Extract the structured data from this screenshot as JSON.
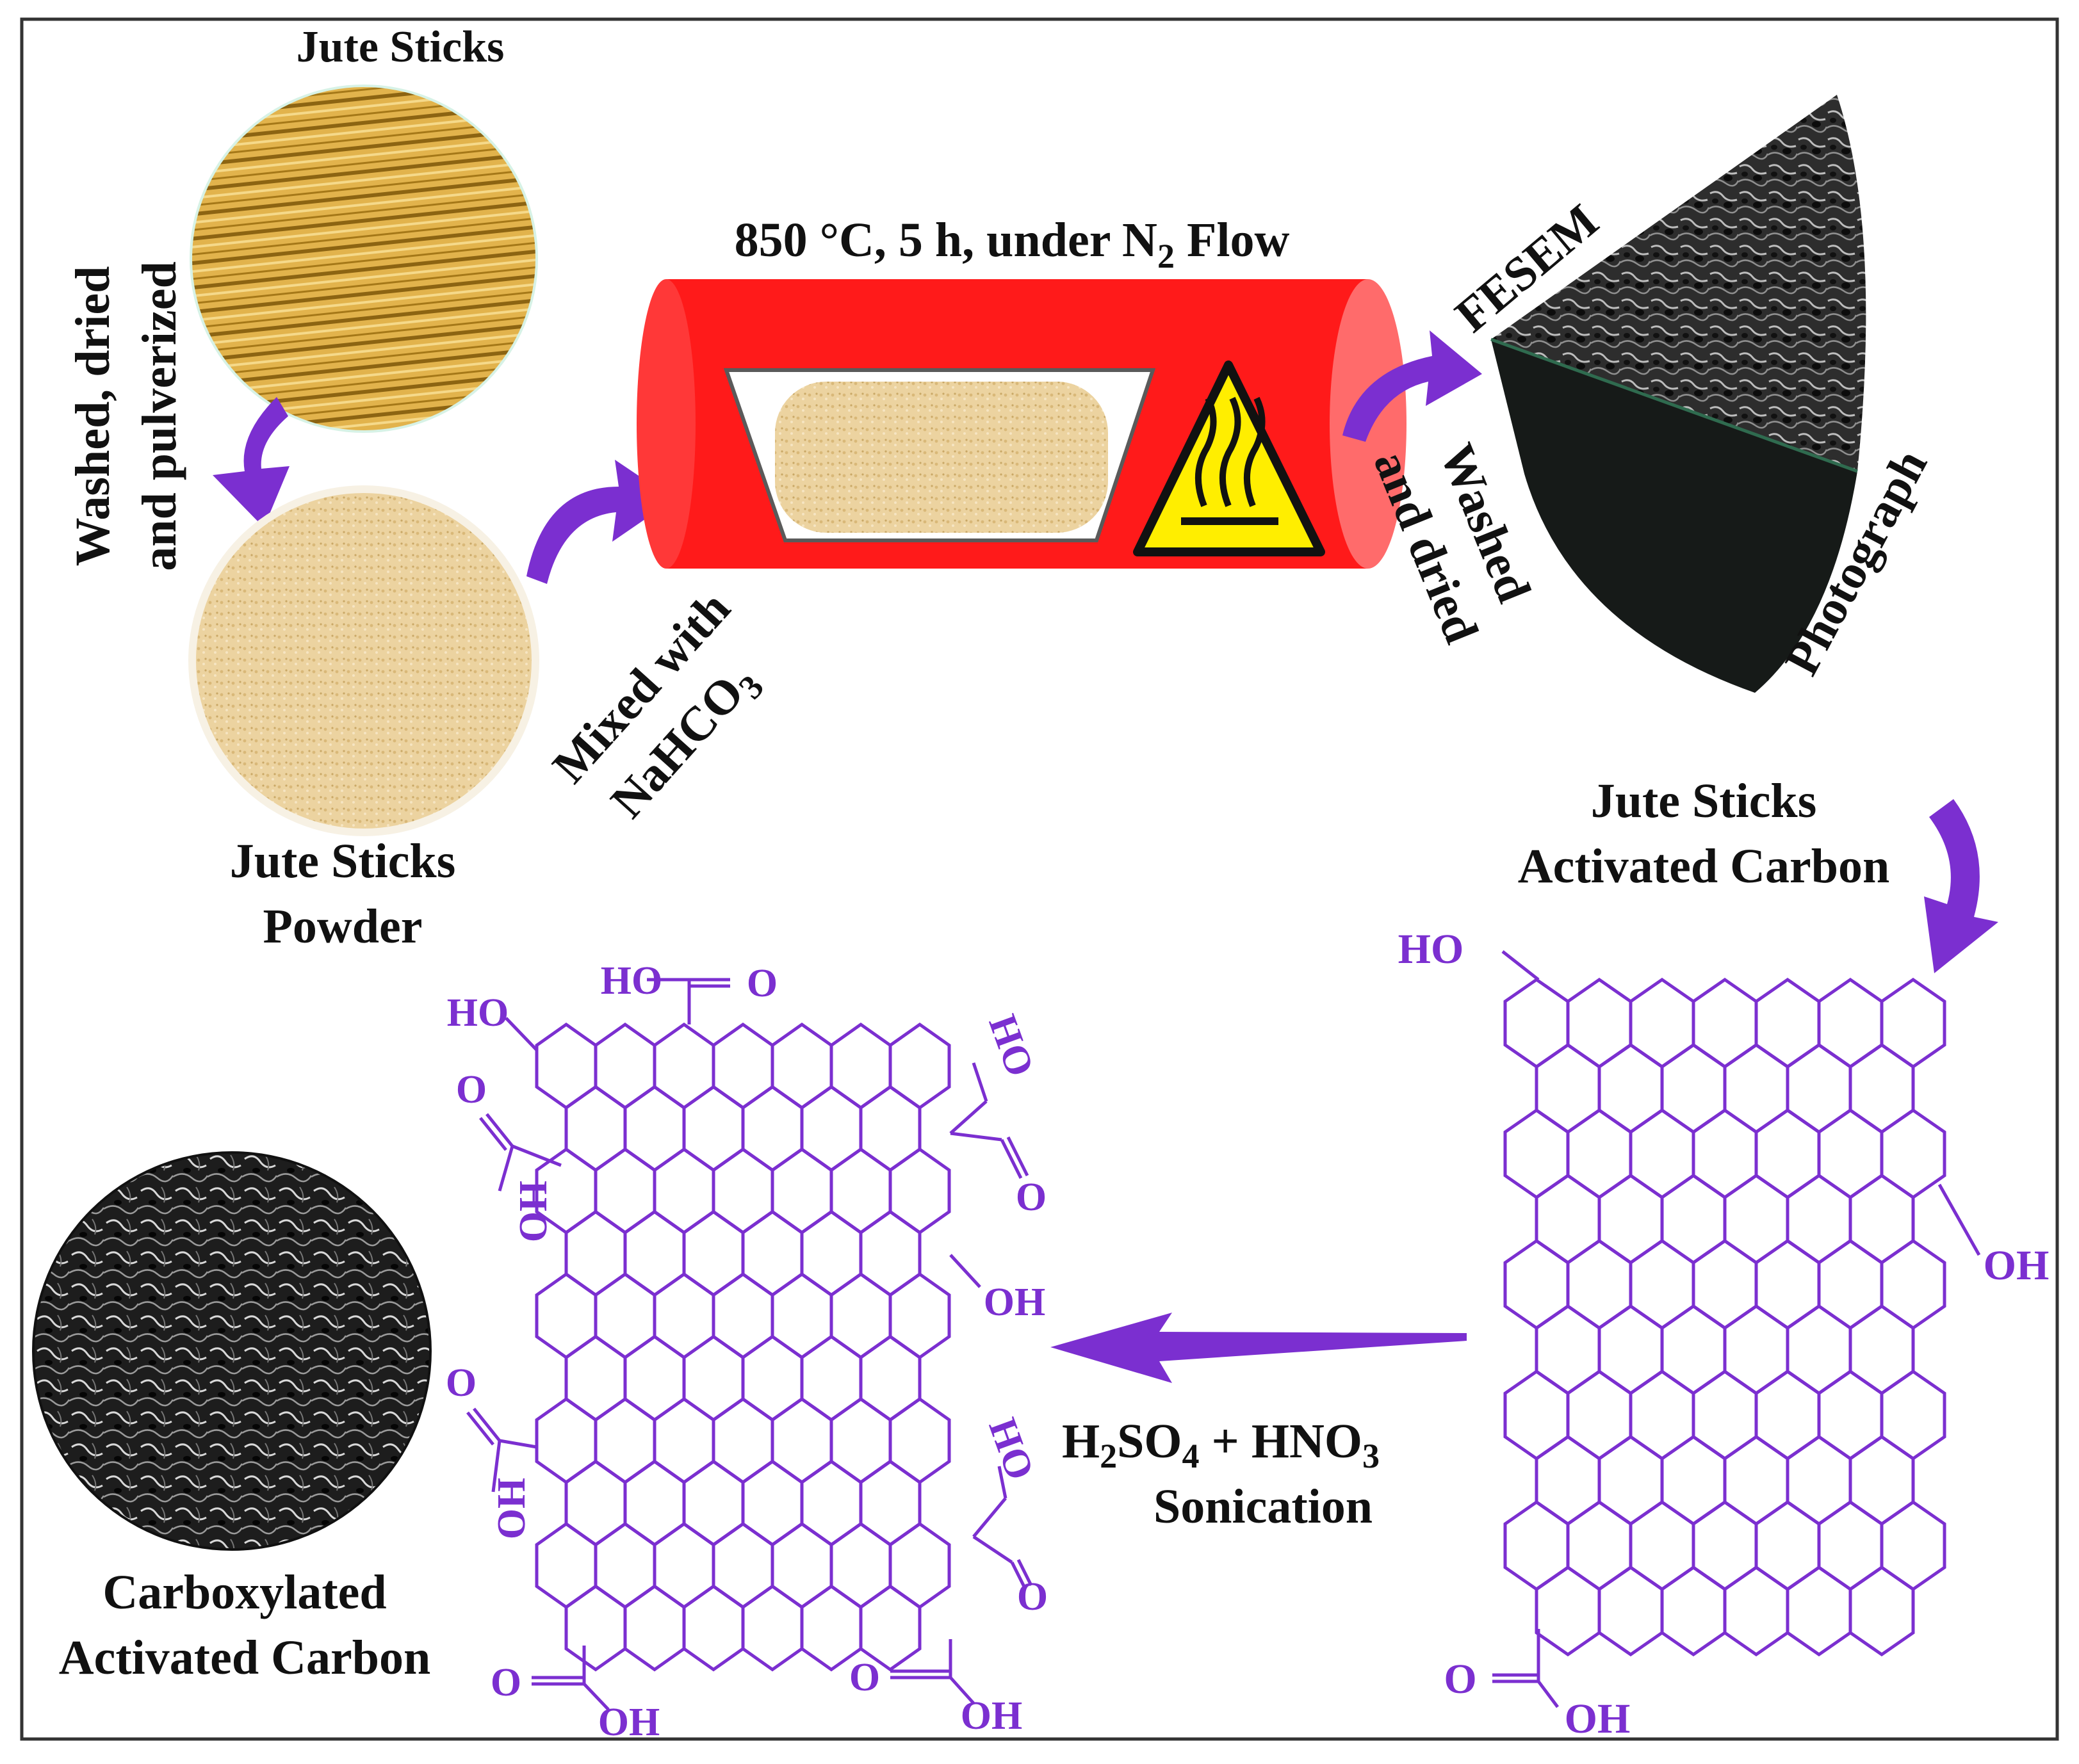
{
  "labels": {
    "jute_sticks": "Jute Sticks",
    "washed_dried_1": "Washed, dried",
    "washed_dried_2": "and pulverized",
    "powder_1": "Jute Sticks",
    "powder_2": "Powder",
    "mixed_1": "Mixed with",
    "mixed_2": "NaHCO",
    "mixed_2_sub": "3",
    "furnace_a": "850 °C, 5 h, under N",
    "furnace_sub": "2",
    "furnace_b": " Flow",
    "fesem": "FESEM",
    "photograph": "Photograph",
    "washed_1": "Washed",
    "washed_2": "and dried",
    "ac_1": "Jute Sticks",
    "ac_2": "Activated Carbon",
    "reagent_h": "H",
    "reagent_s2": "2",
    "reagent_so": "SO",
    "reagent_s4": "4",
    "reagent_mid": " + HNO",
    "reagent_s3": "3",
    "reagent_2": "Sonication",
    "cac_1": "Carboxylated",
    "cac_2": "Activated Carbon"
  },
  "chem": {
    "ho": "HO",
    "oh": "OH",
    "o": "O"
  },
  "colors": {
    "accent_purple": "#7b2fd0",
    "furnace_red": "#ff1a1a",
    "warning_yellow": "#ffee00"
  },
  "icons": [
    "heat-warning-icon",
    "curved-arrow-icon",
    "straight-arrow-icon"
  ]
}
